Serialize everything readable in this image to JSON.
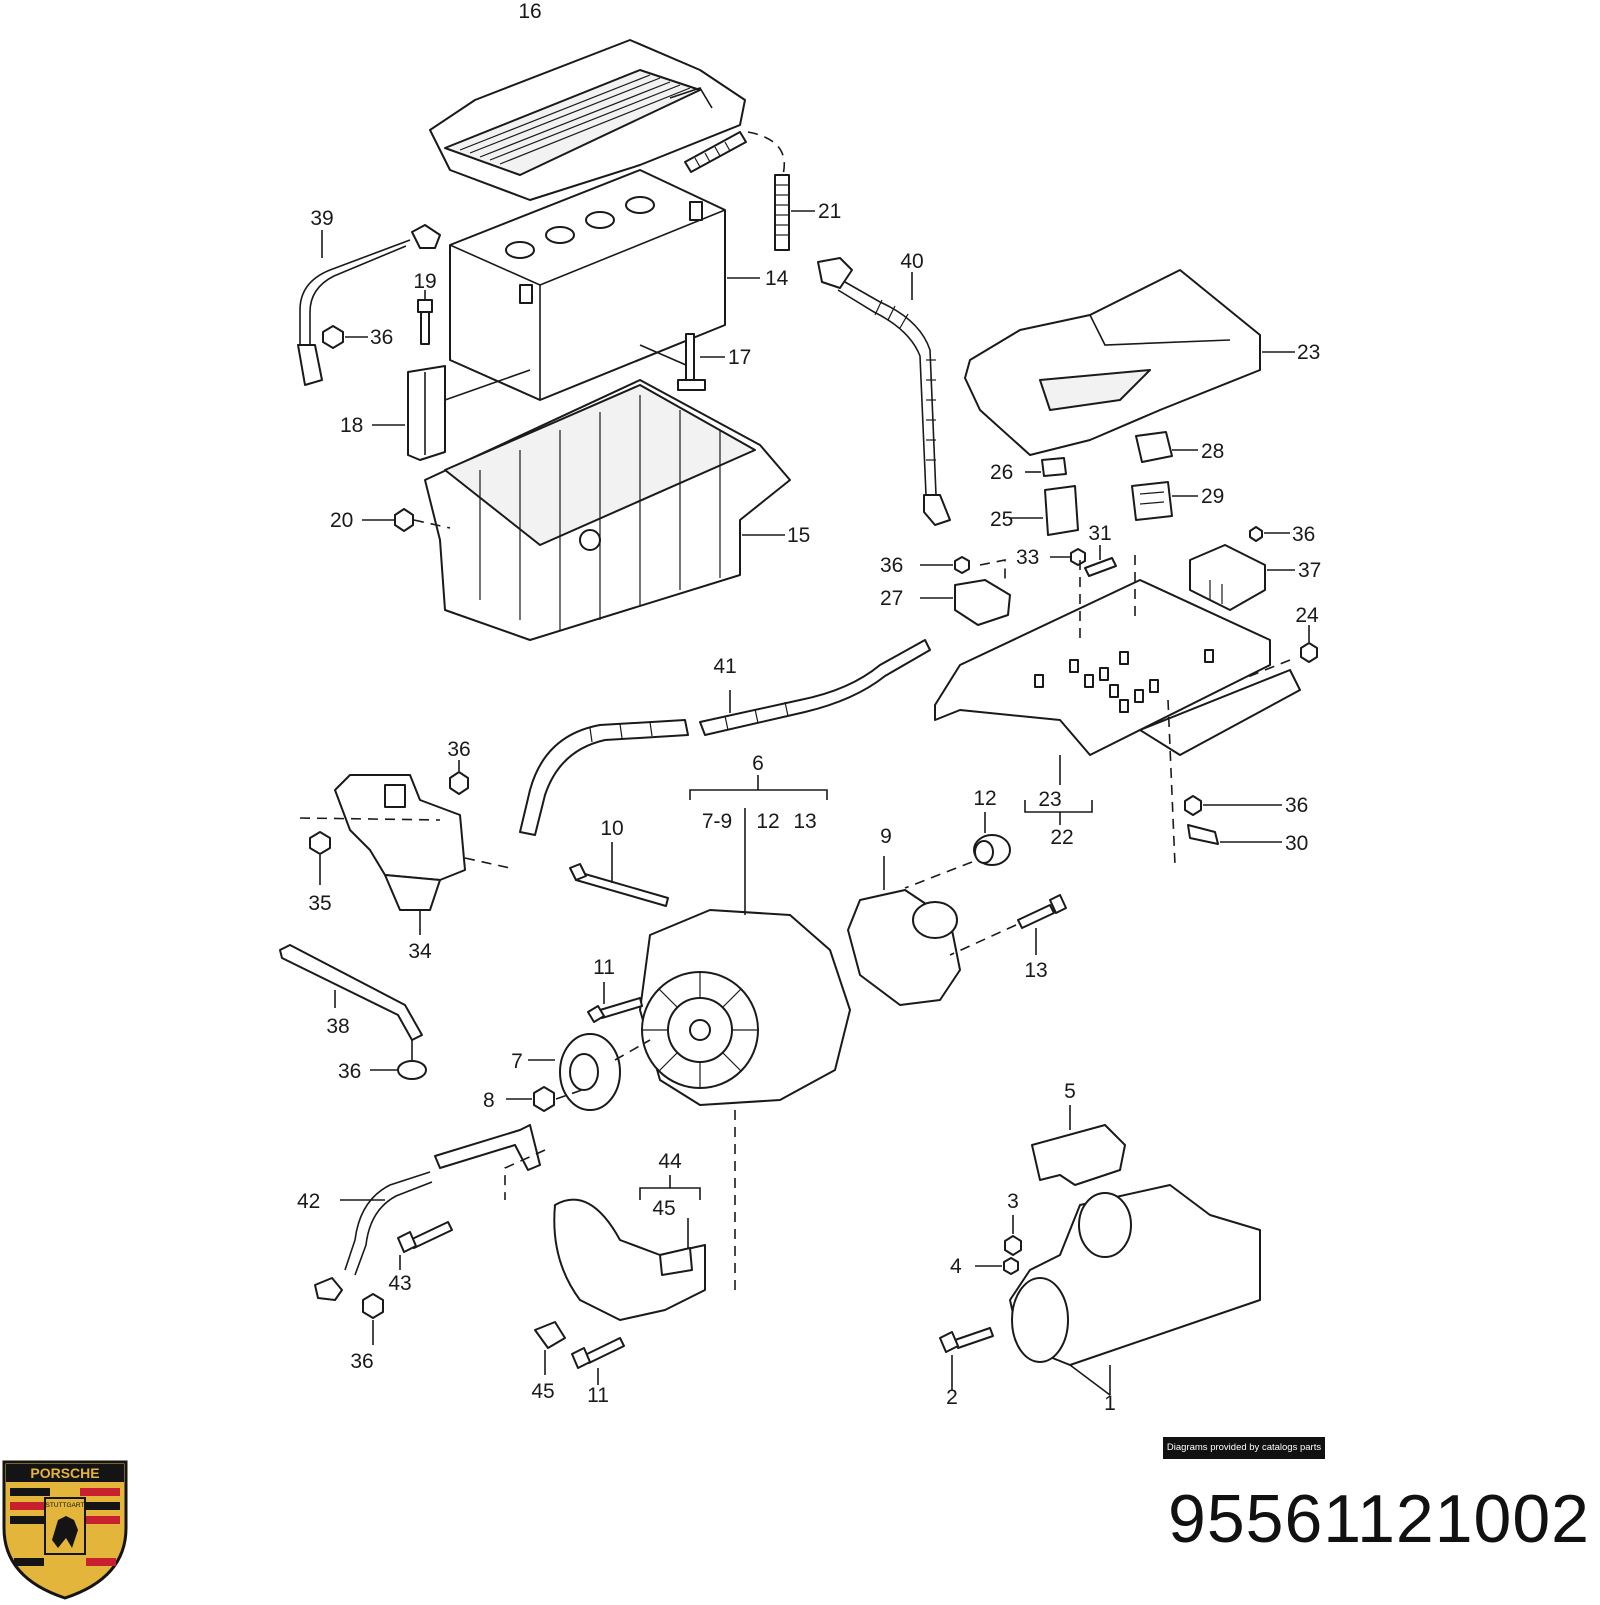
{
  "diagram": {
    "callouts": [
      "16",
      "21",
      "39",
      "19",
      "36",
      "14",
      "40",
      "17",
      "23",
      "18",
      "28",
      "26",
      "29",
      "20",
      "15",
      "25",
      "31",
      "36",
      "36",
      "33",
      "37",
      "27",
      "24",
      "41",
      "36",
      "6",
      "7-9",
      "12",
      "13",
      "12",
      "9",
      "10",
      "23",
      "22",
      "36",
      "30",
      "35",
      "34",
      "11",
      "13",
      "38",
      "7",
      "36",
      "8",
      "5",
      "44",
      "42",
      "45",
      "3",
      "4",
      "43",
      "36",
      "45",
      "11",
      "2",
      "1"
    ]
  },
  "credit": "Diagrams provided by catalogs parts",
  "part_number": "95561121002",
  "logo": {
    "text": "PORSCHE",
    "sub": "STUTTGART",
    "colors": {
      "gold": "#e3b53a",
      "red": "#c8202f",
      "black": "#141414"
    }
  }
}
